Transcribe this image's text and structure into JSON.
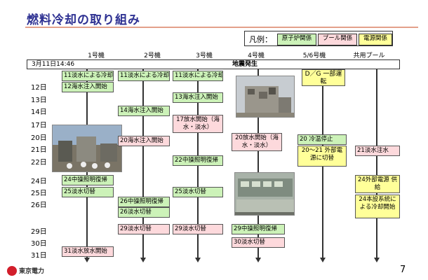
{
  "title": "燃料冷却の取り組み",
  "legend": {
    "label": "凡例：",
    "items": [
      {
        "label": "原子炉関係",
        "color": "#ccf2b8"
      },
      {
        "label": "プール関係",
        "color": "#fdd9dc"
      },
      {
        "label": "電源関係",
        "color": "#ffff99"
      }
    ]
  },
  "columns": [
    "1号機",
    "2号機",
    "3号機",
    "4号機",
    "5/6号機",
    "共用プール"
  ],
  "banner": {
    "time": "3月11日14:46",
    "event": "地震発生"
  },
  "dates": [
    "12日",
    "13日",
    "14日",
    "17日",
    "20日",
    "21日",
    "22日",
    "24日",
    "25日",
    "26日",
    "29日",
    "30日",
    "31日"
  ],
  "events": {
    "u1_fresh": "11淡水による冷却",
    "u1_sea": "12海水注入開始",
    "u1_light": "24中操照明復帰",
    "u1_freshsw": "25淡水切替",
    "u1_fresh_release": "31淡水放水開始",
    "u2_fresh": "11淡水による冷却",
    "u2_sea": "14海水注入開始",
    "u2_pool_sea": "20海水注入開始",
    "u2_light": "26中操照明復帰",
    "u2_freshsw": "26淡水切替",
    "u2_pool_fresh": "29淡水切替",
    "u3_fresh": "11淡水による冷却",
    "u3_sea": "13海水注入開始",
    "u3_spray": "17放水開始（海水・淡水）",
    "u3_light": "22中操照明復帰",
    "u3_freshsw": "25淡水切替",
    "u3_pool_fresh": "29淡水切替",
    "u4_spray": "20放水開始（海水・淡水）",
    "u4_light": "29中操照明復帰",
    "u4_pool_fresh": "30淡水切替",
    "u56_dg": "D／G 一部運転",
    "u56_cold": "20 冷温停止",
    "u56_ext": "20～21 外部電源に切替",
    "cp_fresh": "21淡水注水",
    "cp_power": "24外部電源 供給",
    "cp_cooling": "24本設系統による冷却開始"
  },
  "footer": {
    "company": "東京電力",
    "page": "7"
  }
}
